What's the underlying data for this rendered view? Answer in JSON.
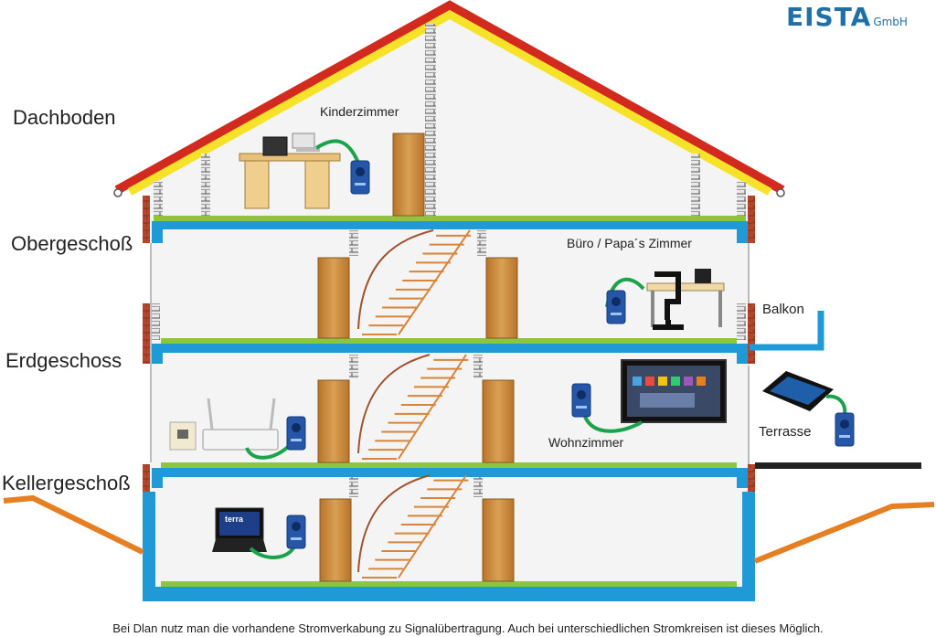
{
  "logo": {
    "main": "EISTA",
    "suffix": "GmbH"
  },
  "floors": {
    "attic": "Dachboden",
    "upper": "Obergeschoß",
    "ground": "Erdgeschoss",
    "basement": "Kellergeschoß"
  },
  "rooms": {
    "kids": "Kinderzimmer",
    "office": "Büro / Papa´s Zimmer",
    "balcony": "Balkon",
    "living": "Wohnzimmer",
    "terrace": "Terrasse"
  },
  "laptop_brand": "terra",
  "caption": "Bei Dlan nutz man die vorhandene Stromverkabung zu Signalübertragung. Auch bei unterschiedlichen Stromkreisen ist dieses Möglich.",
  "colors": {
    "roof_red": "#d32a1f",
    "roof_yellow": "#f7e22a",
    "floor_blue": "#1f9ad6",
    "floor_green": "#8cc63f",
    "ground_orange": "#e67e22",
    "cable_green": "#1aa34a",
    "brick": "#b5452b",
    "door": "#c98a3c"
  }
}
